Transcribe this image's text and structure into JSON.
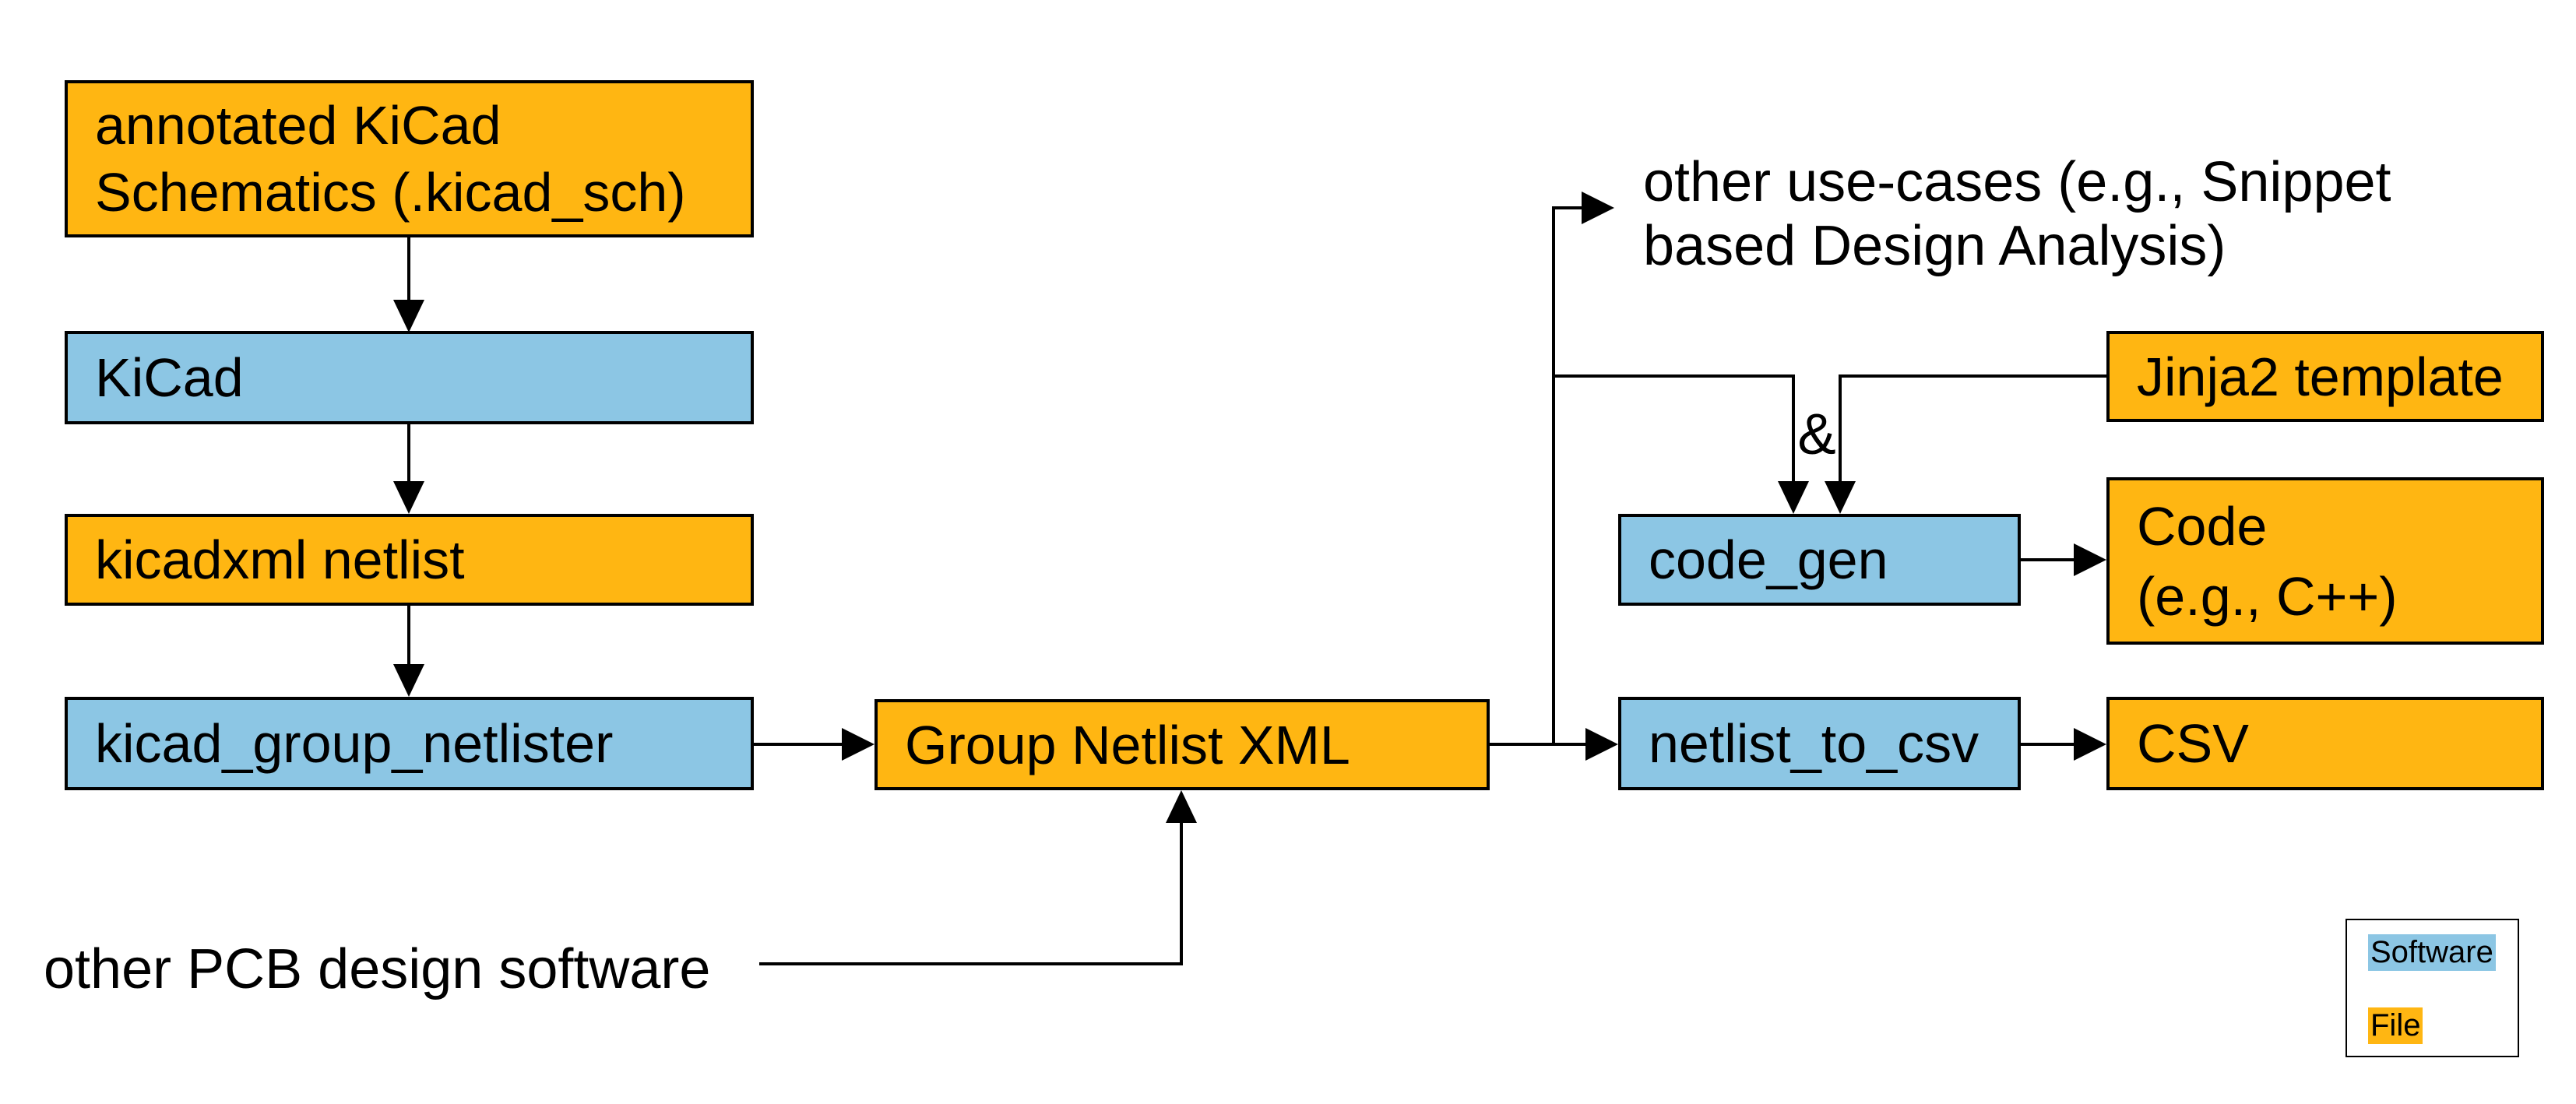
{
  "colors": {
    "software_fill": "#8CC6E4",
    "file_fill": "#FFB612",
    "line": "#000000",
    "background": "#FFFFFF"
  },
  "nodes": {
    "annotated_schematics": {
      "label": "annotated KiCad\nSchematics (.kicad_sch)",
      "type": "File"
    },
    "kicad": {
      "label": "KiCad",
      "type": "Software"
    },
    "kicadxml_netlist": {
      "label": "kicadxml netlist",
      "type": "File"
    },
    "kicad_group_netlister": {
      "label": "kicad_group_netlister",
      "type": "Software"
    },
    "group_netlist_xml": {
      "label": "Group Netlist XML",
      "type": "File"
    },
    "jinja2_template": {
      "label": "Jinja2 template",
      "type": "File"
    },
    "code_gen": {
      "label": "code_gen",
      "type": "Software"
    },
    "code_output": {
      "label": "Code\n(e.g., C++)",
      "type": "File"
    },
    "netlist_to_csv": {
      "label": "netlist_to_csv",
      "type": "Software"
    },
    "csv_output": {
      "label": "CSV",
      "type": "File"
    }
  },
  "annotations": {
    "other_use_cases": "other use-cases (e.g., Snippet\nbased Design Analysis)",
    "other_pcb_software": "other PCB design software",
    "ampersand": "&"
  },
  "legend": {
    "software_label": "Software",
    "file_label": "File"
  }
}
